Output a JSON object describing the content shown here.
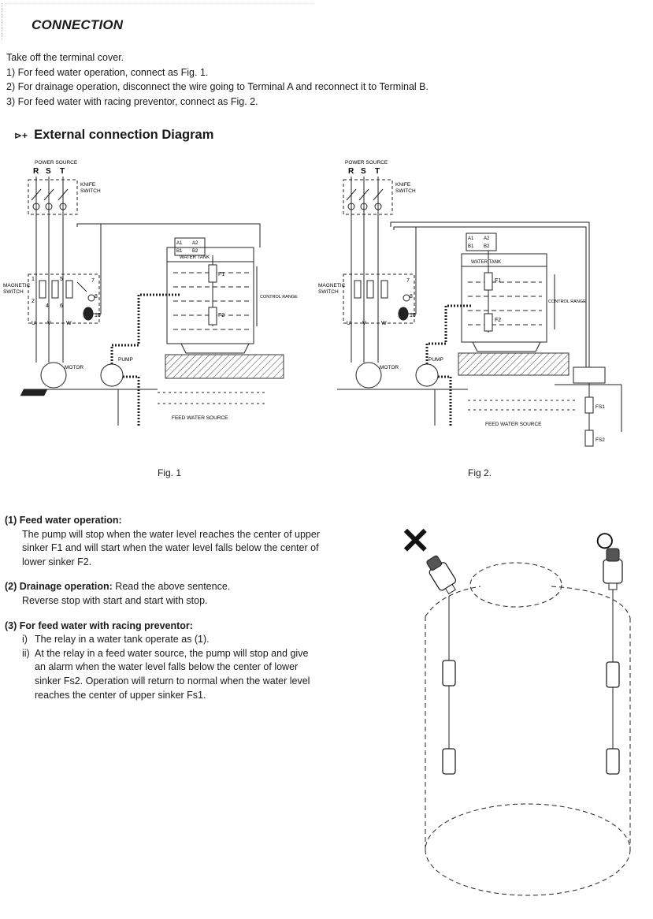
{
  "header": {
    "title": "CONNECTION"
  },
  "intro": {
    "line0": "Take off the terminal cover.",
    "line1": "1) For feed water operation, connect as Fig. 1.",
    "line2": "2) For drainage operation, disconnect the wire going to Terminal A and reconnect it to Terminal B.",
    "line3": "3) For feed water with racing preventor, connect as Fig. 2."
  },
  "diagram_section": {
    "arrow": "⊳+",
    "title": "External connection Diagram"
  },
  "fig1": {
    "caption": "Fig. 1",
    "labels": {
      "power_source": "POWER SOURCE",
      "r": "R",
      "s": "S",
      "t": "T",
      "knife_switch_1": "KNIFE",
      "knife_switch_2": "SWITCH",
      "magnetic_switch_1": "MAGNETIC",
      "magnetic_switch_2": "SWITCH",
      "water_tank": "WATER TANK",
      "f1": "F1",
      "f2": "F2",
      "control_range": "CONTROL RANGE",
      "motor": "MOTOR",
      "pump": "PUMP",
      "feed_water_source": "FEED WATER SOURCE",
      "a1": "A1",
      "a2": "A2",
      "b1": "B1",
      "b2": "B2",
      "u": "U",
      "v": "V",
      "w": "W",
      "n1": "1",
      "n2": "2",
      "n4": "4",
      "n5": "5",
      "n6": "6",
      "n7": "7",
      "n8": "8",
      "n10": "10"
    }
  },
  "fig2": {
    "caption": "Fig 2.",
    "labels": {
      "power_source": "POWER SOURCE",
      "r": "R",
      "s": "S",
      "t": "T",
      "knife_switch_1": "KNIFE",
      "knife_switch_2": "SWITCH",
      "magnetic_switch_1": "MAGNETIC",
      "magnetic_switch_2": "SWITCH",
      "water_tank": "WATER TANK",
      "f1": "F1",
      "f2": "F2",
      "control_range": "CONTROL RANGE",
      "motor": "MOTOR",
      "pump": "PUMP",
      "feed_water_source": "FEED WATER SOURCE",
      "fs1": "FS1",
      "fs2": "FS2",
      "a1": "A1",
      "a2": "A2",
      "b1": "B1",
      "b2": "B2",
      "u": "U",
      "v": "V",
      "w": "W",
      "n7": "7",
      "n8": "8",
      "n10": "10"
    }
  },
  "operations": {
    "op1": {
      "heading": "(1)  Feed water operation:",
      "body": "The pump will stop when the water level reaches the center of upper sinker F1 and will start when the water level falls below the center of lower sinker F2."
    },
    "op2": {
      "heading": "(2)  Drainage operation:",
      "body_inline": " Read the above sentence.",
      "body": "Reverse stop with start and start with stop."
    },
    "op3": {
      "heading": "(3)  For feed water with racing preventor:",
      "item_i_marker": "i)",
      "item_i": "The relay in a water tank operate as (1).",
      "item_ii_marker": "ii)",
      "item_ii": "At the relay in a feed water source, the pump will stop and give an alarm when the water level falls below the center of lower sinker Fs2. Operation will return to normal when the water level reaches the center of upper sinker Fs1."
    }
  },
  "tank_illustration": {
    "wrong_mark": "✕",
    "right_mark": "○"
  }
}
